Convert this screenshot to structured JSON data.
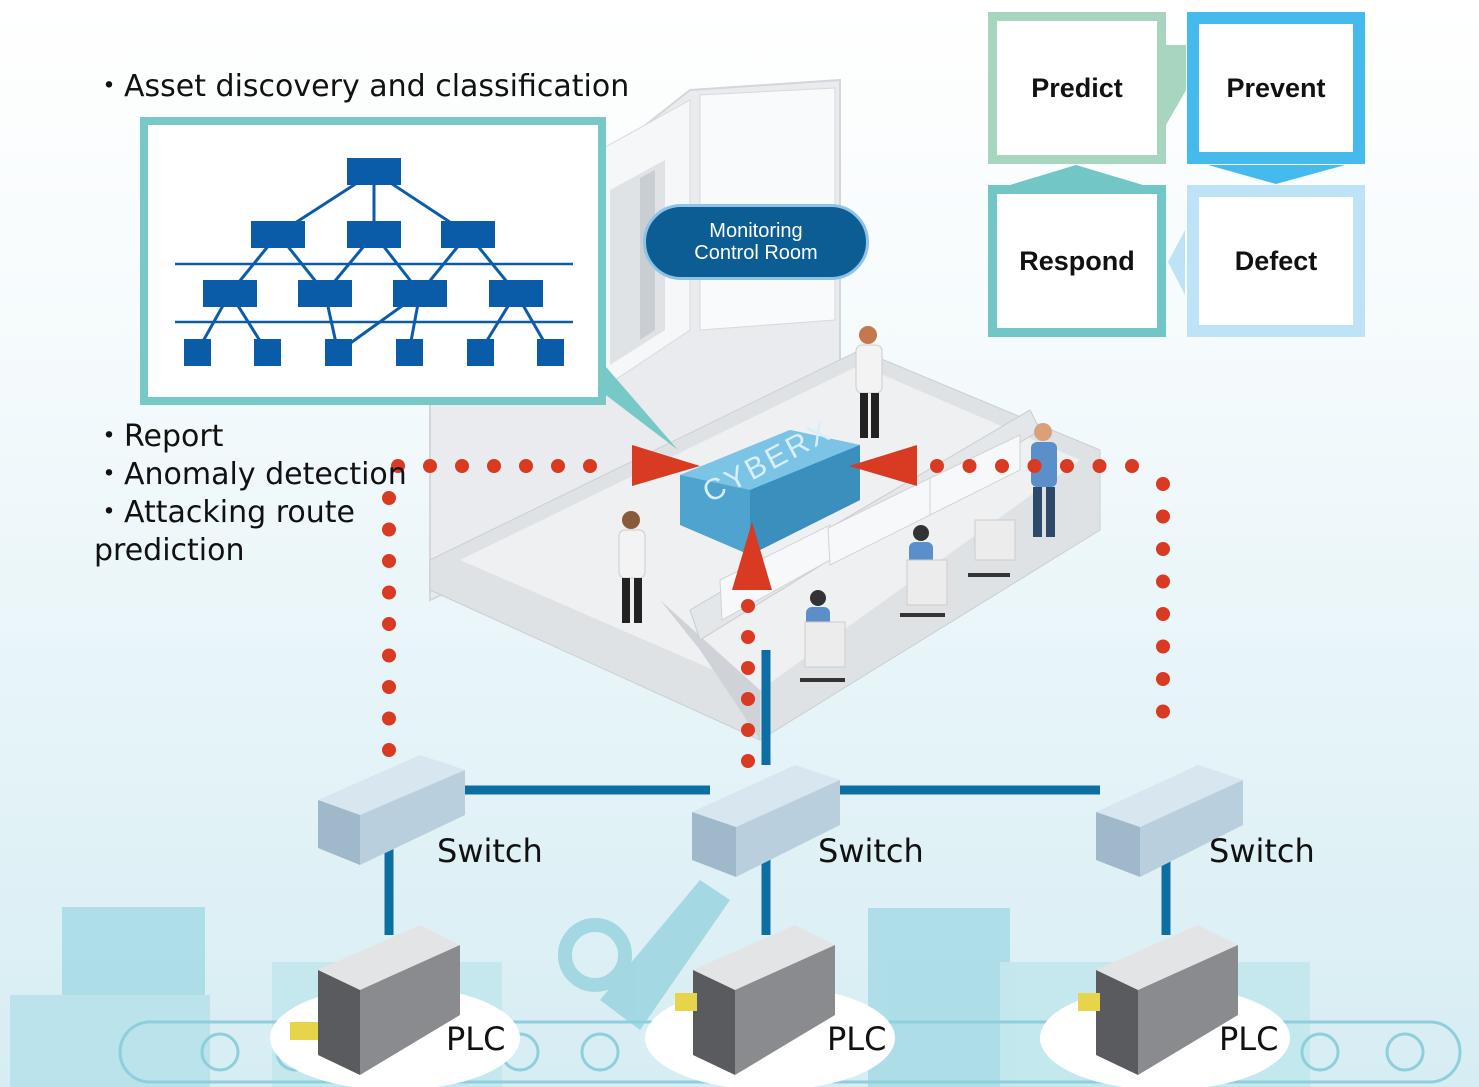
{
  "headings": {
    "asset": "・Asset discovery and classification",
    "report": "・Report",
    "anomaly": "・Anomaly detection",
    "attack_1": "・Attacking route",
    "attack_2": "prediction"
  },
  "room": {
    "line1": "Monitoring",
    "line2": "Control Room"
  },
  "product_logo": "CYBERX",
  "cycle": {
    "predict": "Predict",
    "prevent": "Prevent",
    "respond": "Respond",
    "defect": "Defect"
  },
  "switches": [
    "Switch",
    "Switch",
    "Switch"
  ],
  "plcs": [
    "PLC",
    "PLC",
    "PLC"
  ],
  "colors": {
    "network_blue": "#0a5ca8",
    "link_blue": "#0d6fa1",
    "alert_red": "#d83a22",
    "teal_frame": "#79c8c8",
    "predict_green": "#a8d5bd",
    "prevent_blue": "#44bbec",
    "respond_teal": "#72c6c6",
    "defect_light": "#bfe3f6"
  }
}
